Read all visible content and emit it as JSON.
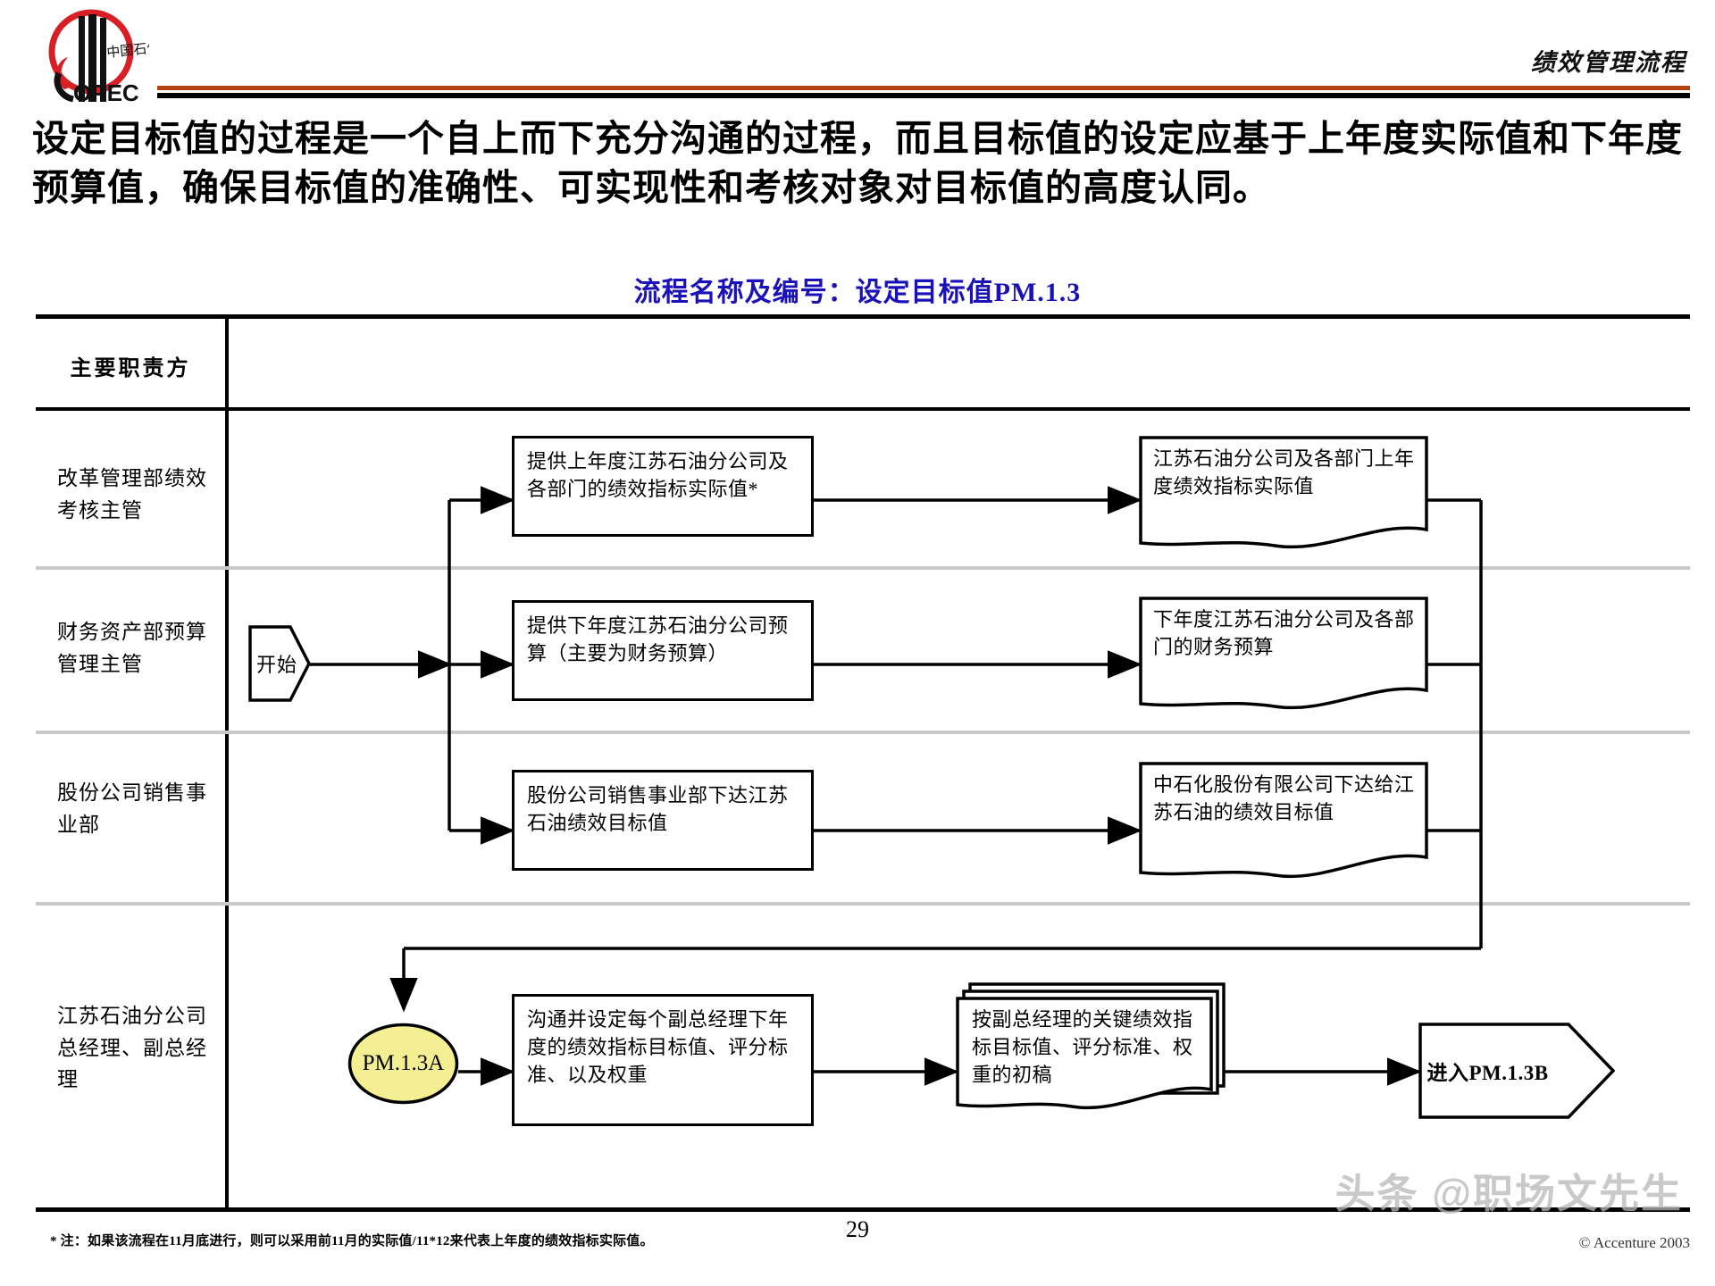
{
  "header": {
    "title": "绩效管理流程",
    "logo_text": "SINOPEC",
    "logo_cn": "中国石化",
    "rule_orange_color": "#b4430f",
    "rule_black_color": "#000000"
  },
  "intro": {
    "paragraph": "设定目标值的过程是一个自上而下充分沟通的过程，而且目标值的设定应基于上年度实际值和下年度预算值，确保目标值的准确性、可实现性和考核对象对目标值的高度认同。"
  },
  "subtitle": {
    "text": "流程名称及编号：设定目标值PM.1.3",
    "color": "#1a11b8"
  },
  "swimlane": {
    "header_label": "主要职责方",
    "lanes": [
      {
        "label": "改革管理部绩效考核主管"
      },
      {
        "label": "财务资产部预算管理主管"
      },
      {
        "label": "股份公司销售事业部"
      },
      {
        "label": "江苏石油分公司总经理、副总经理"
      }
    ]
  },
  "flow": {
    "start": {
      "label": "开始",
      "shape": "start-pentagon"
    },
    "connector": {
      "label": "PM.1.3A",
      "shape": "ellipse",
      "fill": "#f5ef94"
    },
    "process_1": {
      "text": "提供上年度江苏石油分公司及各部门的绩效指标实际值*",
      "shape": "process"
    },
    "process_2": {
      "text": "提供下年度江苏石油分公司预算（主要为财务预算）",
      "shape": "process"
    },
    "process_3": {
      "text": "股份公司销售事业部下达江苏石油绩效目标值",
      "shape": "process"
    },
    "process_4": {
      "text": "沟通并设定每个副总经理下年度的绩效指标目标值、评分标准、以及权重",
      "shape": "process"
    },
    "document_1": {
      "text": "江苏石油分公司及各部门上年度绩效指标实际值",
      "shape": "document"
    },
    "document_2": {
      "text": "下年度江苏石油分公司及各部门的财务预算",
      "shape": "document"
    },
    "document_3": {
      "text": "中石化股份有限公司下达给江苏石油的绩效目标值",
      "shape": "document"
    },
    "document_4": {
      "text": "按副总经理的关键绩效指标目标值、评分标准、权重的初稿",
      "shape": "multi-document"
    },
    "next_step": {
      "text": "进入PM.1.3B",
      "shape": "arrow-pentagon"
    }
  },
  "footer": {
    "note": "* 注：如果该流程在11月底进行，则可以采用前11月的实际值/11*12来代表上年度的绩效指标实际值。",
    "page_number": "29",
    "copyright": "© Accenture 2003",
    "watermark": "头条 @职场文先生"
  }
}
